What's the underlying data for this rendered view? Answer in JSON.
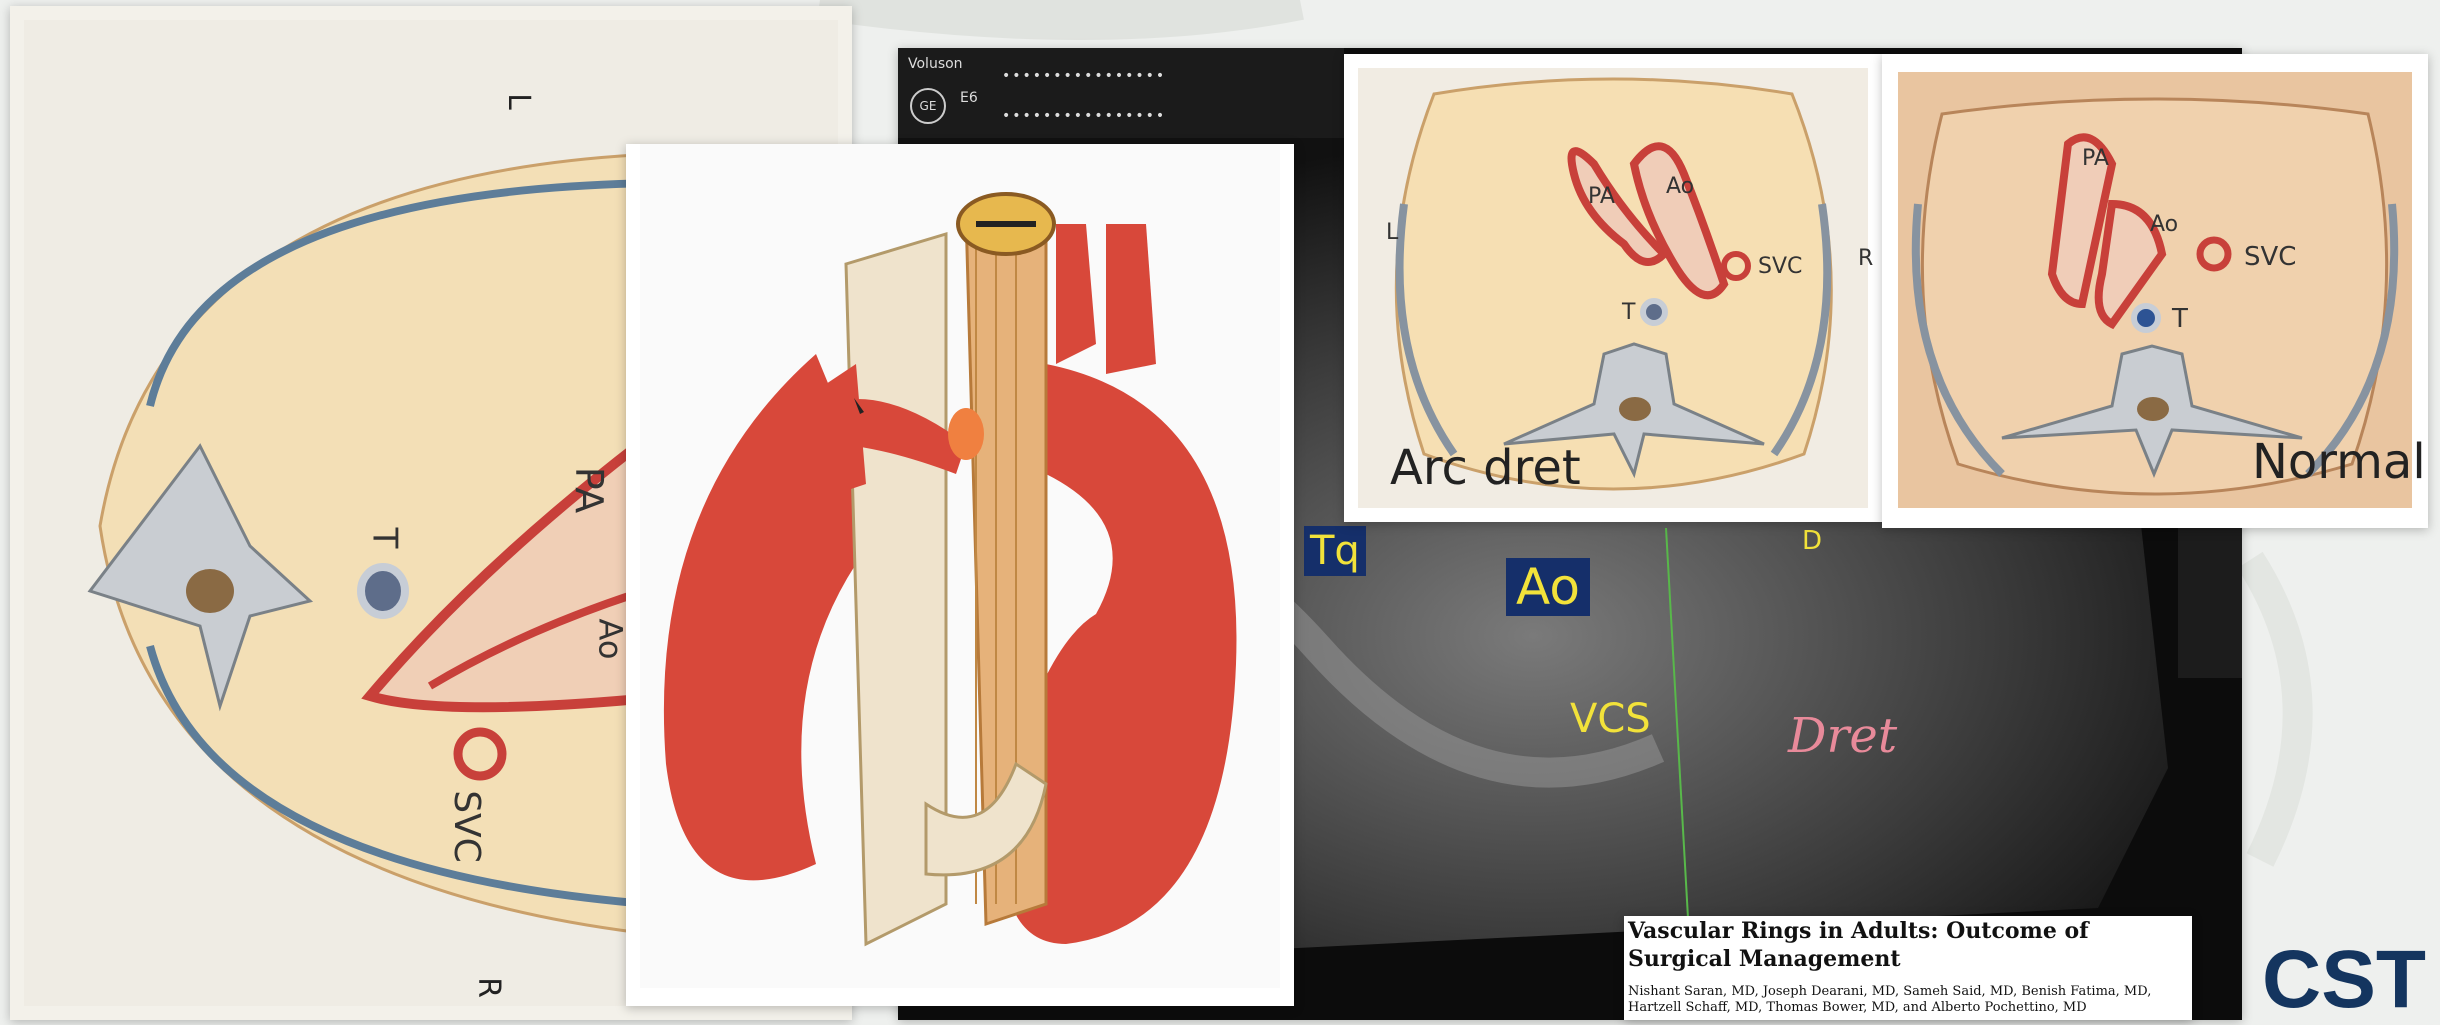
{
  "diagram_left": {
    "orientation_top": "L",
    "orientation_bottom": "R",
    "labels": {
      "pa": "PA",
      "ao": "Ao",
      "t": "T",
      "svc": "SVC"
    }
  },
  "ultrasound": {
    "device_brand": "Voluson",
    "device_model": "E6",
    "masked_field_1": "••••••••••••••••",
    "masked_field_2": "••••••••••••••••",
    "tag_tq": "Tq",
    "tag_d": "D",
    "label_ao": "Ao",
    "label_vcs": "VCS",
    "label_dret": "Dret"
  },
  "diagram_arc_dret": {
    "caption": "Arc dret",
    "side_left": "L",
    "side_right": "R",
    "labels": {
      "pa": "PA",
      "ao": "Ao",
      "svc": "SVC",
      "t": "T"
    }
  },
  "diagram_normal": {
    "caption": "Normal",
    "labels": {
      "pa": "PA",
      "ao": "Ao",
      "svc": "SVC",
      "t": "T"
    }
  },
  "paper": {
    "title_line1": "Vascular Rings in Adults: Outcome of",
    "title_line2": "Surgical Management",
    "authors_line1": "Nishant Saran, MD, Joseph Dearani, MD, Sameh Said, MD, Benish Fatima, MD,",
    "authors_line2": "Hartzell Schaff, MD, Thomas Bower, MD, and Alberto Pochettino, MD"
  },
  "logo": {
    "text": "CST",
    "color": "#14355f"
  },
  "colors": {
    "vessel_red": "#c8403a",
    "body_cream": "#f4ddb0",
    "ultrasound_text": "#f2e23a",
    "dret_pink": "#e88a9a",
    "flow_blue": "#2a7bff"
  }
}
